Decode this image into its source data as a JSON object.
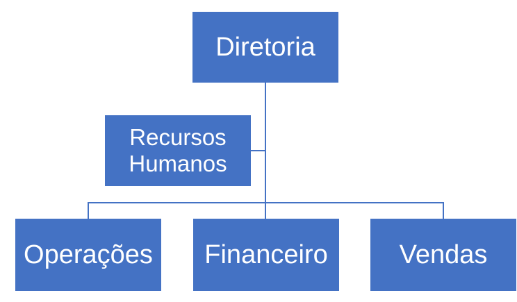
{
  "colors": {
    "box_fill": "#4472c4",
    "box_text": "#ffffff",
    "connector": "#4472c4"
  },
  "org_chart": {
    "root": "Diretoria",
    "assistant": "Recursos\nHumanos",
    "children": [
      "Operações",
      "Financeiro",
      "Vendas"
    ]
  }
}
